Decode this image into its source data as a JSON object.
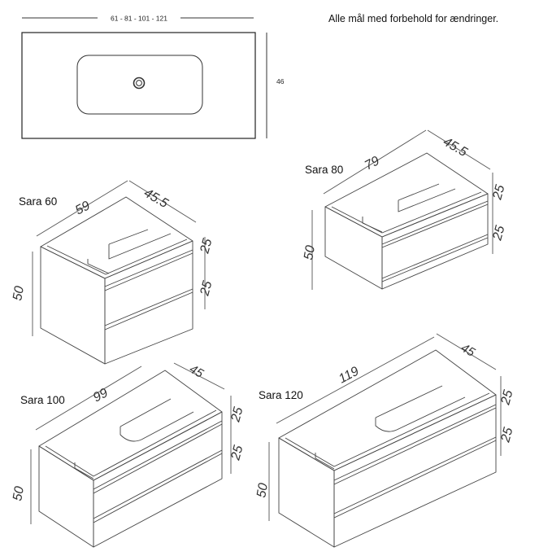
{
  "note": "Alle mål med forbehold for ændringer.",
  "top_view": {
    "width_label": "61 - 81 - 101 - 121",
    "depth_label": "46"
  },
  "cabinets": [
    {
      "model": "Sara 60",
      "width": "59",
      "depth": "45.5",
      "height": "50",
      "drawer_upper": "25",
      "drawer_lower": "25"
    },
    {
      "model": "Sara 80",
      "width": "79",
      "depth": "45.5",
      "height": "50",
      "drawer_upper": "25",
      "drawer_lower": "25"
    },
    {
      "model": "Sara 100",
      "width": "99",
      "depth": "45",
      "height": "50",
      "drawer_upper": "25",
      "drawer_lower": "25"
    },
    {
      "model": "Sara 120",
      "width": "119",
      "depth": "45",
      "height": "50",
      "drawer_upper": "25",
      "drawer_lower": "25"
    }
  ]
}
